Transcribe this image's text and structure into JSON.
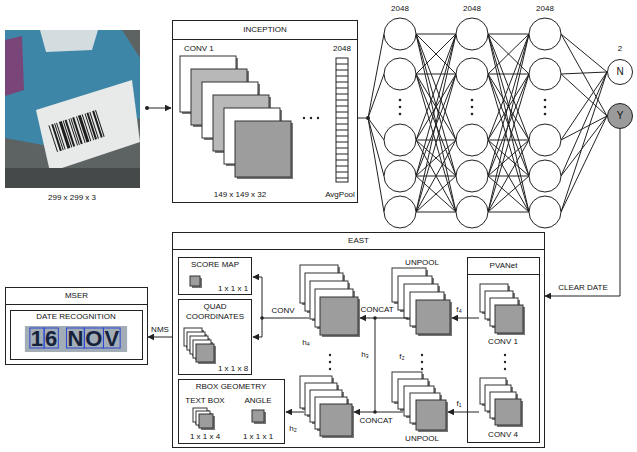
{
  "diagram": {
    "nodes": [
      {
        "text": [
          "INCEPTION",
          "CONV 1",
          "2048",
          "149 x 149 x 32",
          "AvgPool"
        ]
      },
      {
        "text": [
          "N"
        ]
      },
      {
        "text": [
          "Y"
        ]
      },
      {
        "text": [
          "EAST"
        ]
      },
      {
        "text": [
          "SCORE MAP",
          "1 x 1 x 1"
        ],
        "in": 3
      },
      {
        "text": [
          "QUAD COORDINATES",
          "1 x 1 x 8"
        ],
        "in": 3
      },
      {
        "text": [
          "RBOX GEOMETRY",
          "TEXT BOX",
          "1 x 1 x 4",
          "ANGLE",
          "1 x 1 x 1"
        ],
        "in": 3
      },
      {
        "text": [
          "PVANet",
          "CONV 1",
          "CONV 4"
        ],
        "in": 3
      },
      {
        "text": [
          "MSER"
        ]
      },
      {
        "text": [
          "DATE RECOGNITION",
          "16 NOV"
        ],
        "in": 8
      }
    ],
    "edges": [
      {
        "from": 2,
        "to": 3,
        "label": "CLEAR DATE",
        "arrow": "to"
      },
      {
        "from": 3,
        "to": 8,
        "label": "NMS",
        "arrow": "to"
      }
    ],
    "labels": [
      "299 x 299 x 3",
      "2048",
      "2048",
      "2048",
      "2",
      "CONV",
      "CONCAT",
      "UNPOOL",
      "f₄",
      "h₄",
      "h₃",
      "f₂",
      "f₁",
      "h₂",
      "CONCAT",
      "UNPOOL"
    ]
  }
}
